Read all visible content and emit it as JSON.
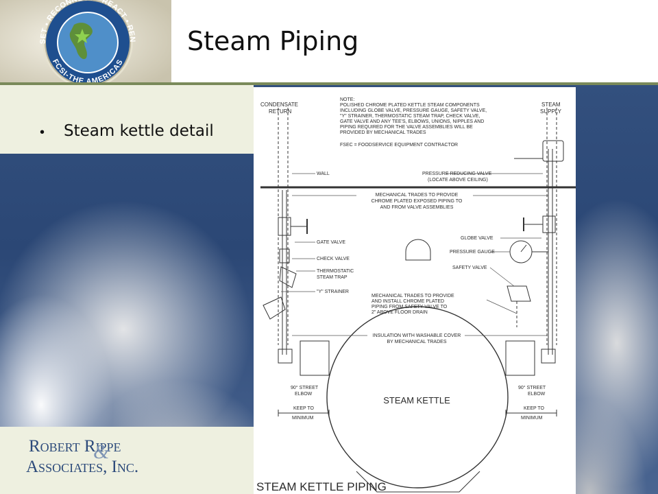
{
  "slide": {
    "title": "Steam Piping",
    "bullets": [
      "Steam kettle detail"
    ]
  },
  "header_logo": {
    "arc_text": "RESET • RECONNECT • REACT • RENEW",
    "bottom_text": "FCSI-THE AMERICAS"
  },
  "company_logo": {
    "line1": "Robert Rippe",
    "line2": "Associates, Inc.",
    "amp": "&"
  },
  "drawing": {
    "caption": "STEAM KETTLE PIPING",
    "labels": {
      "condensate_return_1": "CONDENSATE",
      "condensate_return_2": "RETURN",
      "steam_supply_1": "STEAM",
      "steam_supply_2": "SUPPLY",
      "note_title": "NOTE:",
      "note_lines": [
        "POLISHED CHROME PLATED KETTLE STEAM COMPONENTS",
        "INCLUDING GLOBE VALVE, PRESSURE GAUGE, SAFETY VALVE,",
        "\"Y\" STRAINER, THERMOSTATIC STEAM TRAP, CHECK VALVE,",
        "GATE VALVE AND ANY TEE'S, ELBOWS, UNIONS, NIPPLES AND",
        "PIPING REQUIRED FOR THE VALVE ASSEMBLIES WILL BE",
        "PROVIDED BY MECHANICAL TRADES"
      ],
      "fsec_note": "FSEC = FOODSERVICE EQUIPMENT CONTRACTOR",
      "wall": "WALL",
      "prv_1": "PRESSURE REDUCING VALVE",
      "prv_2": "(LOCATE ABOVE CEILING)",
      "mech_piping_1": "MECHANICAL TRADES TO PROVIDE",
      "mech_piping_2": "CHROME PLATED EXPOSED PIPING TO",
      "mech_piping_3": "AND FROM VALVE ASSEMBLIES",
      "gate_valve": "GATE VALVE",
      "check_valve": "CHECK VALVE",
      "steam_trap_1": "THERMOSTATIC",
      "steam_trap_2": "STEAM TRAP",
      "y_strainer": "\"Y\" STRAINER",
      "globe_valve": "GLOBE VALVE",
      "pressure_gauge": "PRESSURE GAUGE",
      "safety_valve": "SAFETY VALVE",
      "mech_drain_1": "MECHANICAL TRADES TO PROVIDE",
      "mech_drain_2": "AND INSTALL CHROME PLATED",
      "mech_drain_3": "PIPING FROM SAFETY VALVE TO",
      "mech_drain_4": "2\" ABOVE FLOOR DRAIN",
      "insulation_1": "INSULATION WITH WASHABLE COVER",
      "insulation_2": "BY MECHANICAL TRADES",
      "street_elbow_left_1": "90° STREET",
      "street_elbow_left_2": "ELBOW",
      "street_elbow_right_1": "90° STREET",
      "street_elbow_right_2": "ELBOW",
      "steam_kettle": "STEAM KETTLE",
      "keep_to_left": "KEEP TO",
      "minimum_left": "MINIMUM",
      "keep_to_right": "KEEP TO",
      "minimum_right": "MINIMUM"
    }
  },
  "colors": {
    "title_text": "#111111",
    "panel_bg": "#eef0e0",
    "header_rule": "#7a8a5a",
    "globe_ring": "#1f4f8f",
    "company_logo": "#2c4a7a",
    "sky_blue": "#2b4775"
  }
}
